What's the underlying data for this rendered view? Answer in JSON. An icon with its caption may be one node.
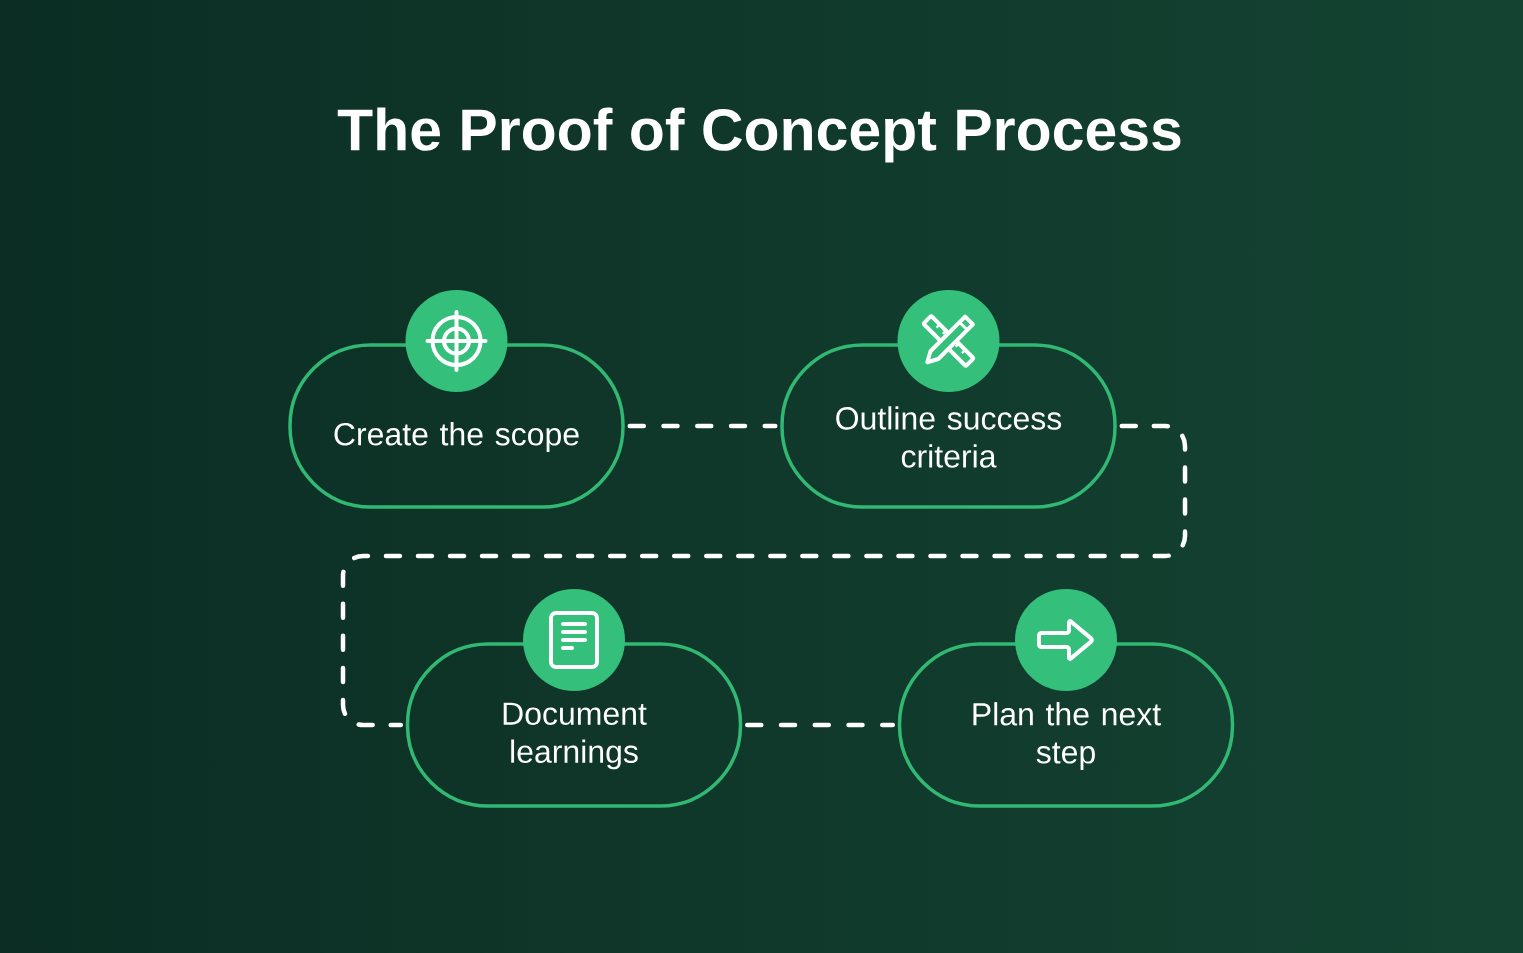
{
  "diagram": {
    "title": "The Proof of Concept Process",
    "nodes": [
      {
        "text": [
          "Create the scope"
        ]
      },
      {
        "text": [
          "Outline success criteria"
        ]
      },
      {
        "text": [
          "Document learnings"
        ]
      },
      {
        "text": [
          "Plan the next step"
        ]
      }
    ],
    "edges": [
      {
        "from": 0,
        "to": 1,
        "arrow": "none",
        "style": "dashed"
      },
      {
        "from": 1,
        "to": 2,
        "arrow": "none",
        "style": "dashed"
      },
      {
        "from": 2,
        "to": 3,
        "arrow": "none",
        "style": "dashed"
      }
    ]
  }
}
